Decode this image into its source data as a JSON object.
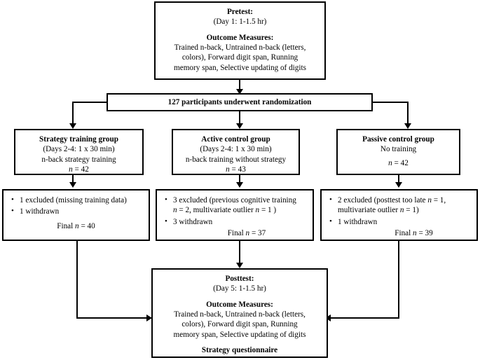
{
  "diagram": {
    "title": "Study design CONSORT-style flow diagram",
    "line_color": "#000000",
    "background_color": "#ffffff"
  },
  "pretest": {
    "heading": "Pretest:",
    "schedule": "(Day 1: 1-1.5 hr)",
    "measures_heading": "Outcome Measures:",
    "measures_line1": "Trained n-back, Untrained n-back (letters,",
    "measures_line2": "colors), Forward digit span, Running",
    "measures_line3": "memory span, Selective updating of digits"
  },
  "randomization": {
    "label": "127 participants underwent randomization",
    "count": 127
  },
  "groups": [
    {
      "name": "Strategy training group",
      "schedule": "(Days 2-4: 1 x 30 min)",
      "description": "n-back strategy training",
      "n_prefix": "n",
      "n_eq": " = 42",
      "n": 42
    },
    {
      "name": "Active control group",
      "schedule": "(Days 2-4: 1 x 30 min)",
      "description": "n-back training without strategy",
      "n_prefix": "n",
      "n_eq": " = 43",
      "n": 43
    },
    {
      "name": "Passive control group",
      "schedule": "No training",
      "description": "",
      "n_prefix": "n",
      "n_eq": " = 42",
      "n": 42
    }
  ],
  "attrition": [
    {
      "bullet1_a": "1 excluded (missing training data)",
      "bullet1_b": "",
      "bullet1_c": "",
      "bullet2": "1 withdrawn",
      "final_label": "Final ",
      "final_n": "n",
      "final_value": " = 40",
      "final": 40
    },
    {
      "bullet1_a": "3 excluded (previous cognitive training",
      "bullet1_b": "n",
      "bullet1_c": " = 2, multivariate outlier ",
      "bullet1_d": "n",
      "bullet1_e": " = 1 )",
      "bullet2": "3 withdrawn",
      "final_label": "Final ",
      "final_n": "n",
      "final_value": " = 37",
      "final": 37
    },
    {
      "bullet1_a": "2 excluded (posttest too late ",
      "bullet1_b": "n",
      "bullet1_c": " = 1,",
      "bullet1_d": "multivariate outlier ",
      "bullet1_e": "n",
      "bullet1_f": " = 1)",
      "bullet2": "1 withdrawn",
      "final_label": "Final ",
      "final_n": "n",
      "final_value": " = 39",
      "final": 39
    }
  ],
  "posttest": {
    "heading": "Posttest:",
    "schedule": "(Day 5: 1-1.5 hr)",
    "measures_heading": "Outcome Measures:",
    "measures_line1": "Trained n-back, Untrained n-back (letters,",
    "measures_line2": "colors), Forward digit span, Running",
    "measures_line3": "memory span, Selective updating of digits",
    "questionnaire": "Strategy questionnaire"
  }
}
